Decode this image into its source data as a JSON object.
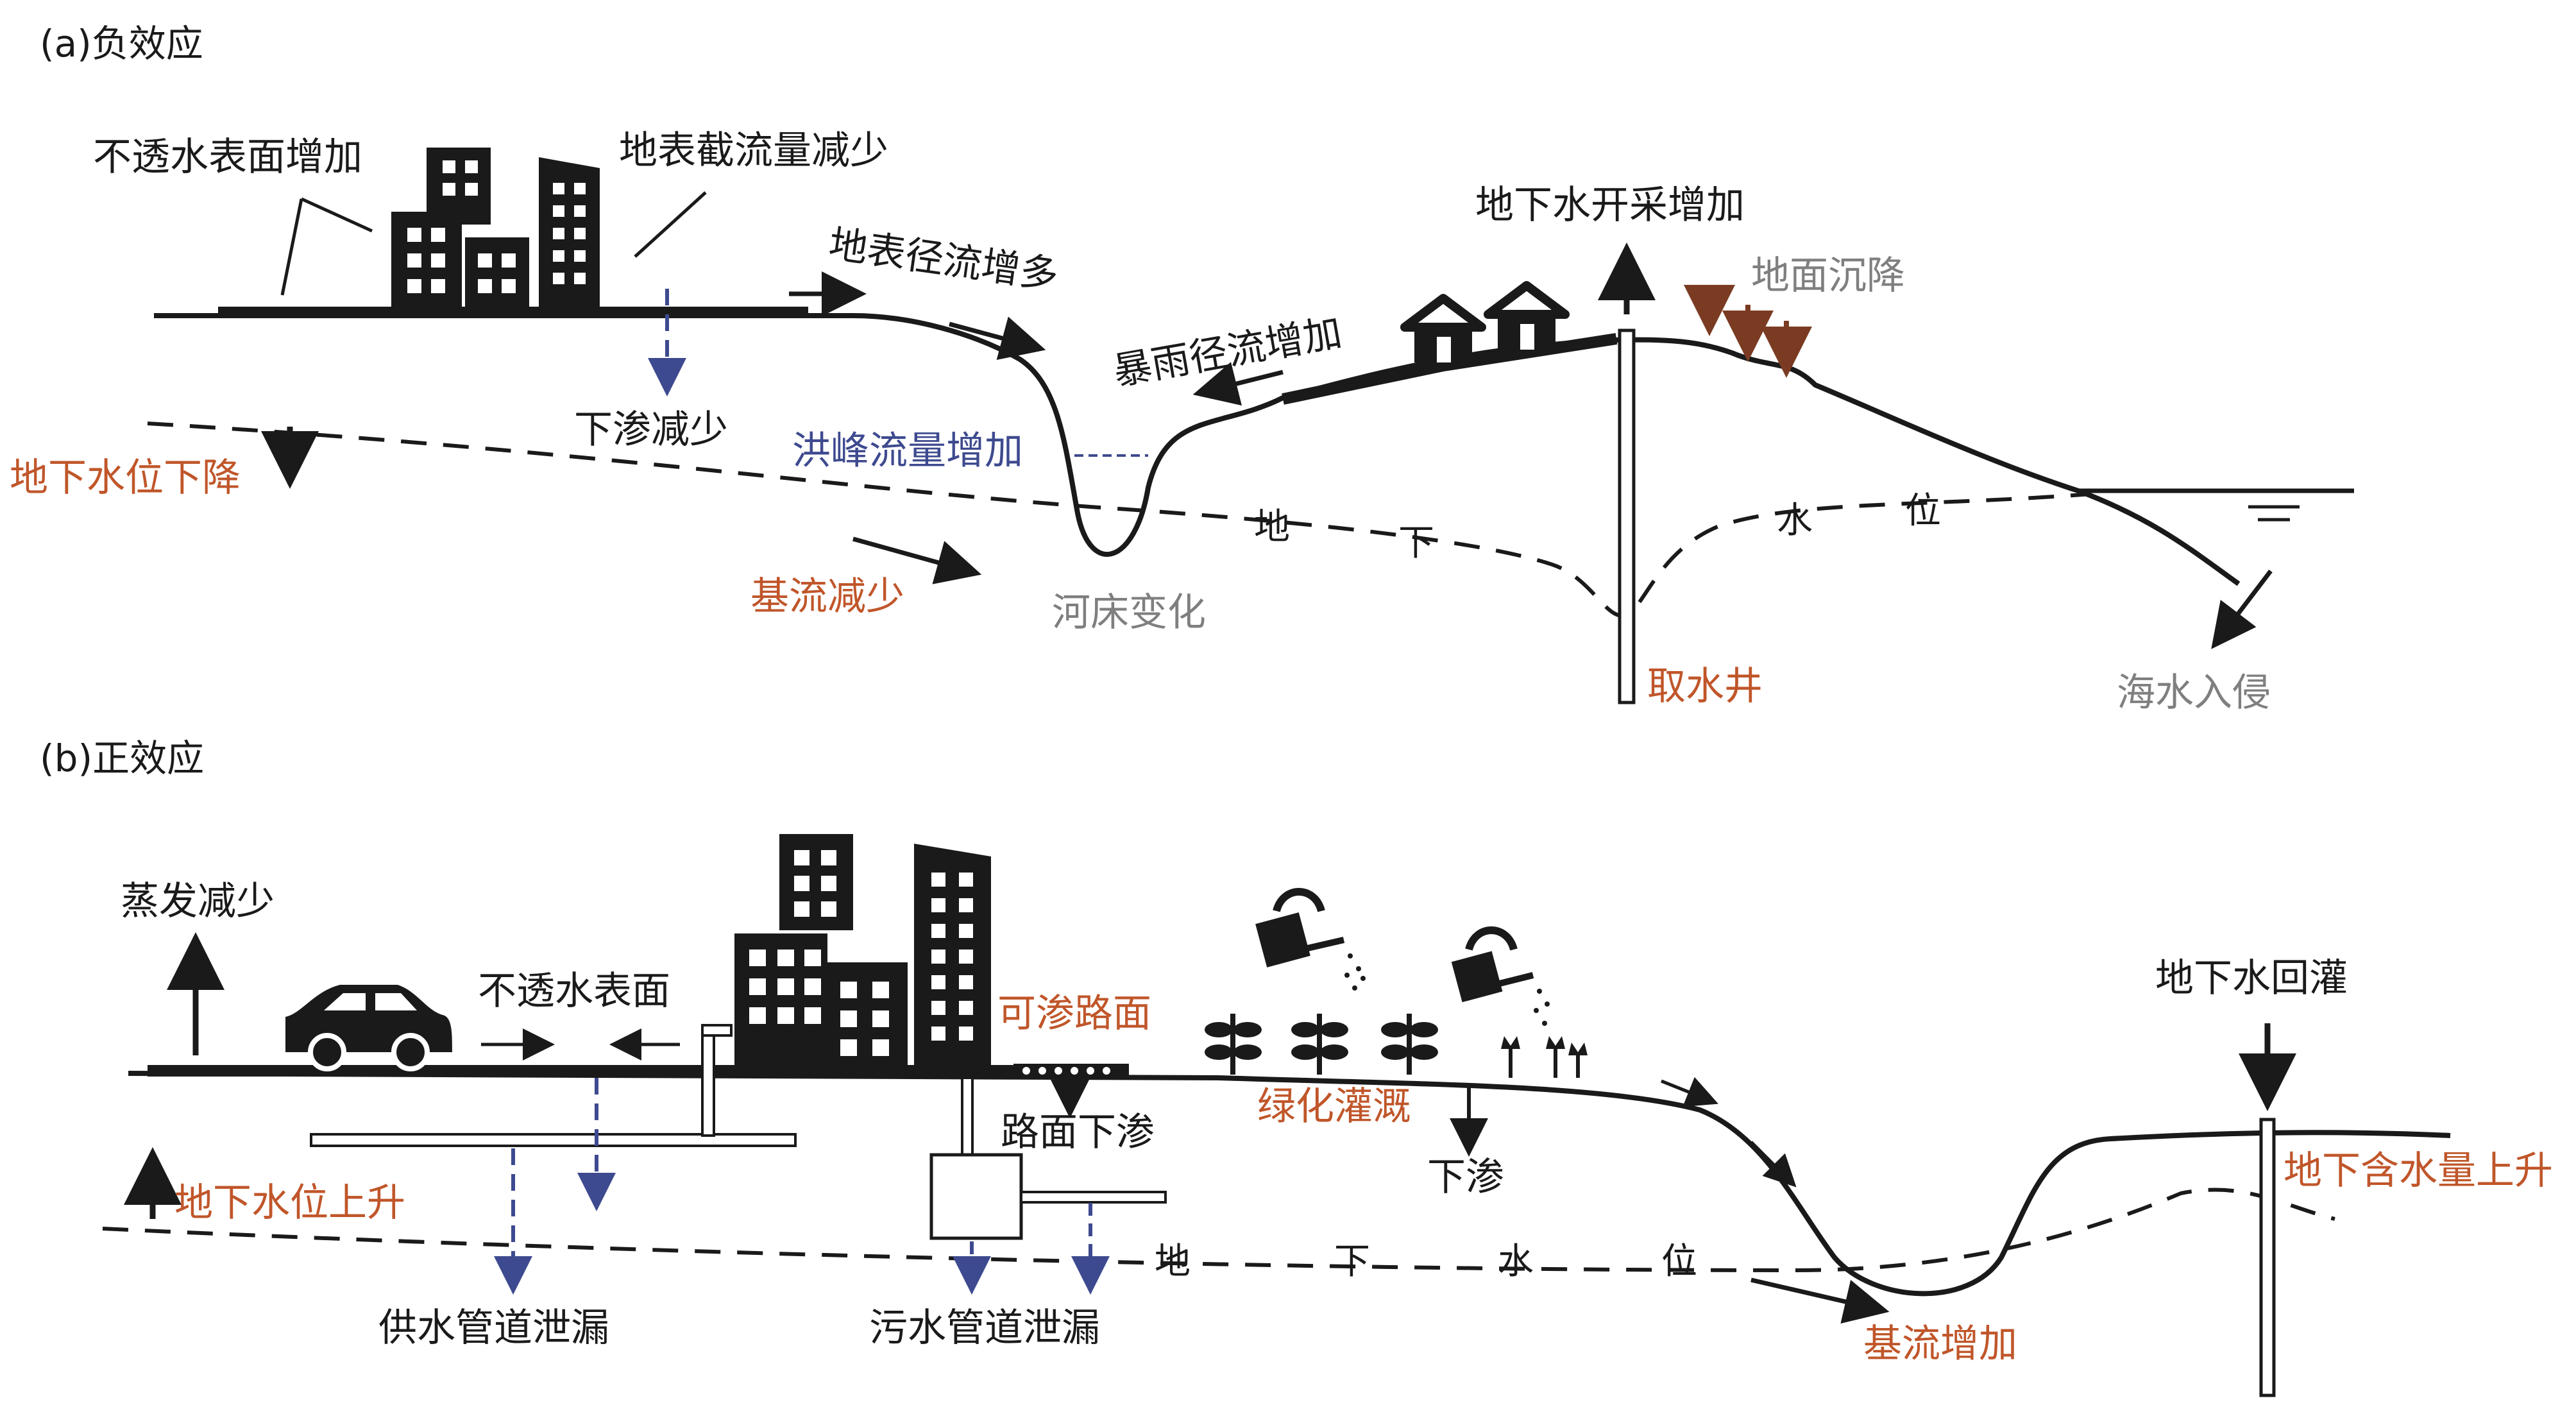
{
  "panel_a": {
    "title": "(a)负效应",
    "labels": {
      "impervious_increase": "不透水表面增加",
      "interception_decrease": "地表截流量减少",
      "surface_runoff_increase": "地表径流增多",
      "infiltration_decrease": "下渗减少",
      "groundwater_level_drop": "地下水位下降",
      "flood_peak_increase": "洪峰流量增加",
      "baseflow_decrease": "基流减少",
      "riverbed_change": "河床变化",
      "storm_runoff_increase": "暴雨径流增加",
      "groundwater_extraction_increase": "地下水开采增加",
      "land_subsidence": "地面沉降",
      "intake_well": "取水井",
      "seawater_intrusion": "海水入侵",
      "water_table": [
        "地",
        "下",
        "水",
        "位"
      ]
    }
  },
  "panel_b": {
    "title": "(b)正效应",
    "labels": {
      "evaporation_decrease": "蒸发减少",
      "impervious_surface": "不透水表面",
      "permeable_pavement": "可渗路面",
      "pavement_infiltration": "路面下渗",
      "green_irrigation": "绿化灌溉",
      "infiltration": "下渗",
      "groundwater_level_rise": "地下水位上升",
      "supply_pipe_leak": "供水管道泄漏",
      "sewage_pipe_leak": "污水管道泄漏",
      "baseflow_increase": "基流增加",
      "groundwater_recharge": "地下水回灌",
      "aquifer_rise": "地下含水量上升",
      "water_table": [
        "地",
        "下",
        "水",
        "位"
      ]
    }
  },
  "colors": {
    "text_black": "#1a1a1a",
    "text_orange": "#c0562a",
    "text_gray": "#7f7f7f",
    "text_blue": "#3e4a8f",
    "subsidence_arrow": "#7a3b22"
  }
}
